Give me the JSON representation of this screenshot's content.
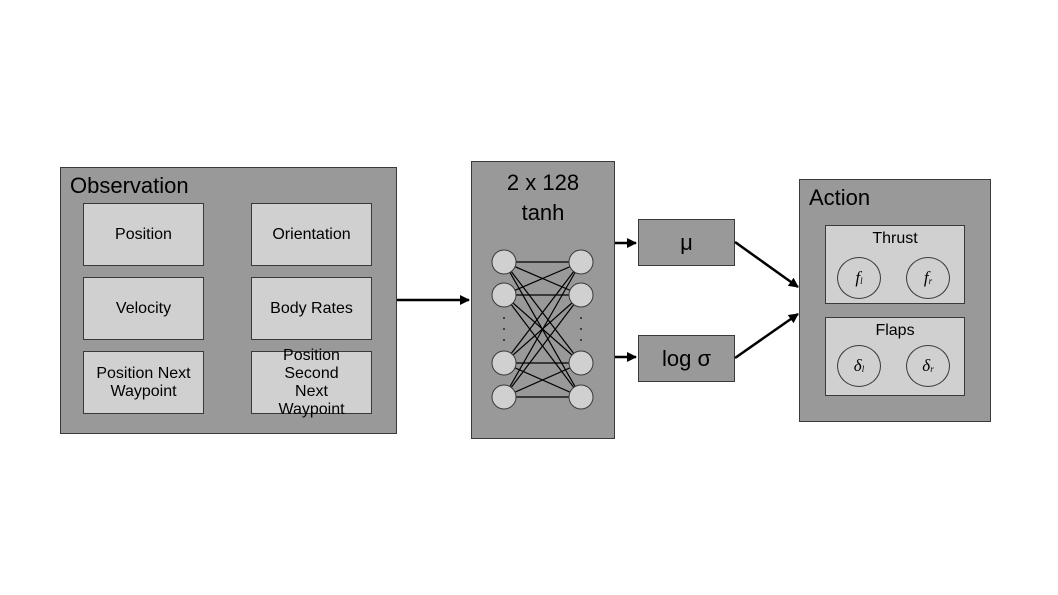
{
  "observation": {
    "title": "Observation",
    "items": [
      "Position",
      "Orientation",
      "Velocity",
      "Body Rates",
      "Position Next Waypoint",
      "Position Second Next Waypoint"
    ]
  },
  "network": {
    "title_line1": "2 x 128",
    "title_line2": "tanh"
  },
  "outputs": {
    "mu": "μ",
    "log_sigma": "log σ"
  },
  "action": {
    "title": "Action",
    "thrust": {
      "title": "Thrust",
      "left_base": "f",
      "left_sub": "l",
      "right_base": "f",
      "right_sub": "r"
    },
    "flaps": {
      "title": "Flaps",
      "left_base": "δ",
      "left_sub": "l",
      "right_base": "δ",
      "right_sub": "r"
    }
  },
  "colors": {
    "panel": "#999999",
    "cell": "#d0d0d0",
    "line": "#000000"
  }
}
